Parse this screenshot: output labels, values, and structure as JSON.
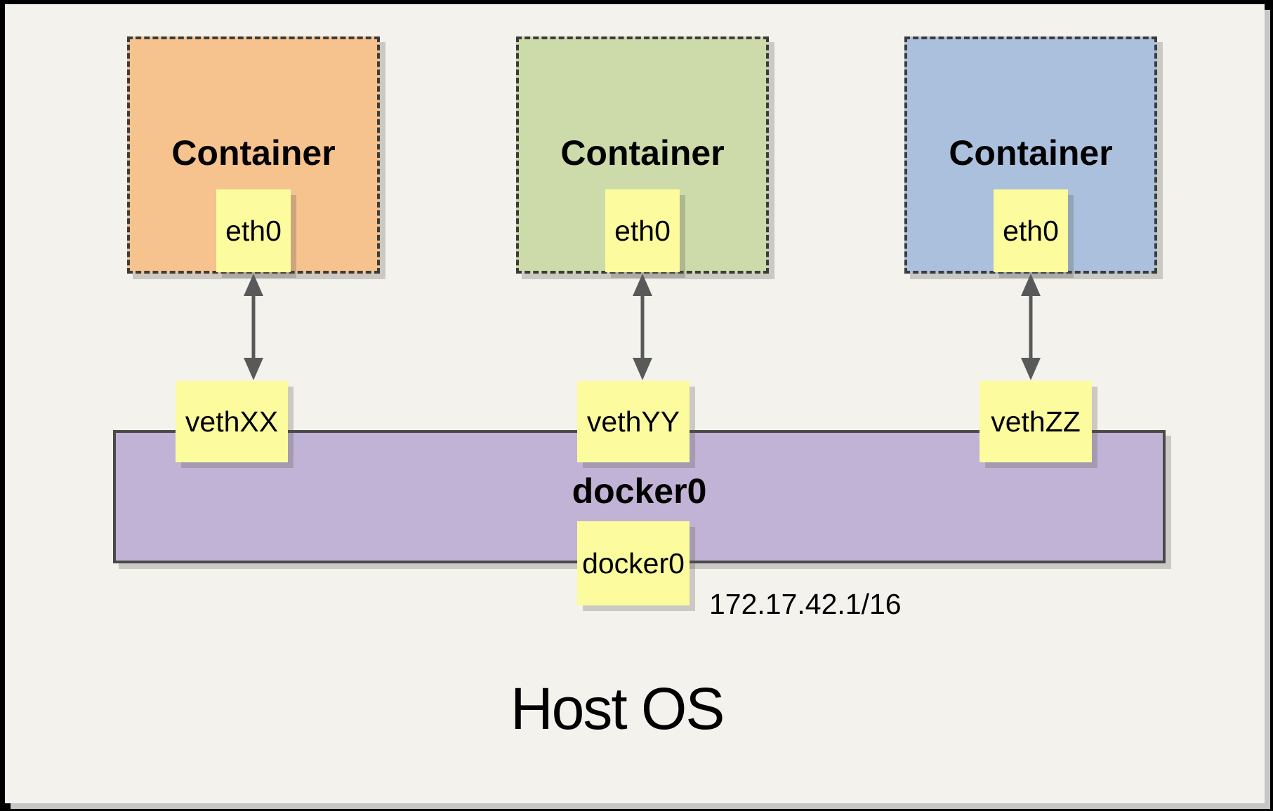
{
  "diagram": {
    "host_label": "Host OS",
    "containers": [
      {
        "label": "Container",
        "interface": "eth0",
        "veth": "vethXX",
        "fill": "#F6C28E"
      },
      {
        "label": "Container",
        "interface": "eth0",
        "veth": "vethYY",
        "fill": "#CDDAA9"
      },
      {
        "label": "Container",
        "interface": "eth0",
        "veth": "vethZZ",
        "fill": "#ABC0DD"
      }
    ],
    "bridge": {
      "label": "docker0",
      "interface": "docker0",
      "ip": "172.17.42.1/16",
      "fill": "#C1B3D5"
    },
    "colors": {
      "page_background": "#F4F2ED",
      "interface_box": "#FCFC9E",
      "arrow": "#595959",
      "dashed_border": "#3C3C3C",
      "bridge_border": "#4A4A4A",
      "frame_border": "#000000",
      "shadow": "#CCCCCC"
    }
  }
}
